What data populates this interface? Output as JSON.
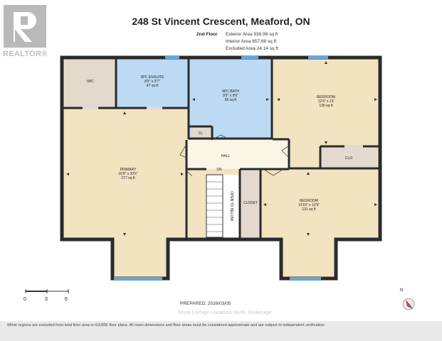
{
  "header": {
    "title": "248 St Vincent Crescent, Meaford, ON",
    "floor": "2nd Floor",
    "exterior_area": "Exterior Area 939.98 sq ft",
    "interior_area": "Interior Area 857.88 sq ft",
    "excluded_area": "Excluded Area 24.14 sq ft"
  },
  "logo": {
    "text": "REALTOR®"
  },
  "rooms": {
    "wic": {
      "name": "WIC"
    },
    "ensuite": {
      "name": "3PC ENSUITE",
      "dim": "8'5\" x 9'7\"",
      "sq": "47 sq ft"
    },
    "bath": {
      "name": "4PC BATH",
      "dim": "9'5\" x 9'6\"",
      "sq": "85 sq ft"
    },
    "bedroom1": {
      "name": "BEDROOM",
      "dim": "12'4\" x 13'",
      "sq": "136 sq ft"
    },
    "cl": {
      "name": "CL"
    },
    "hall": {
      "name": "HALL"
    },
    "clo": {
      "name": "CLO"
    },
    "primary": {
      "name": "PRIMARY",
      "dim": "16'9\" x 20'6\"",
      "sq": "277 sq ft"
    },
    "dn": {
      "name": "DN"
    },
    "open": {
      "name": "OPEN TO BELOW"
    },
    "closet": {
      "name": "CLOSET"
    },
    "bedroom2": {
      "name": "BEDROOM",
      "dim": "13'10\" x 12'9\"",
      "sq": "131 sq ft"
    }
  },
  "scale": {
    "labels": [
      "0",
      "3",
      "6"
    ],
    "unit": "ft"
  },
  "prepared": "PREPARED: 2026/03/05",
  "watermark": "Royal LePage Locations North, Brokerage",
  "footer": {
    "note": "White regions are excluded from total floor area in iGUIDE floor plans. All room dimensions and floor areas must be considered approximate and are subject to independent verification."
  },
  "compass": {
    "label": "N"
  },
  "colors": {
    "wall": "#2b2b2b",
    "floor": "#f2e3c1",
    "bath": "#bcdaf4",
    "closet": "#e3dacd",
    "hall": "#fbf5e6",
    "window": "#6aa6d6"
  }
}
